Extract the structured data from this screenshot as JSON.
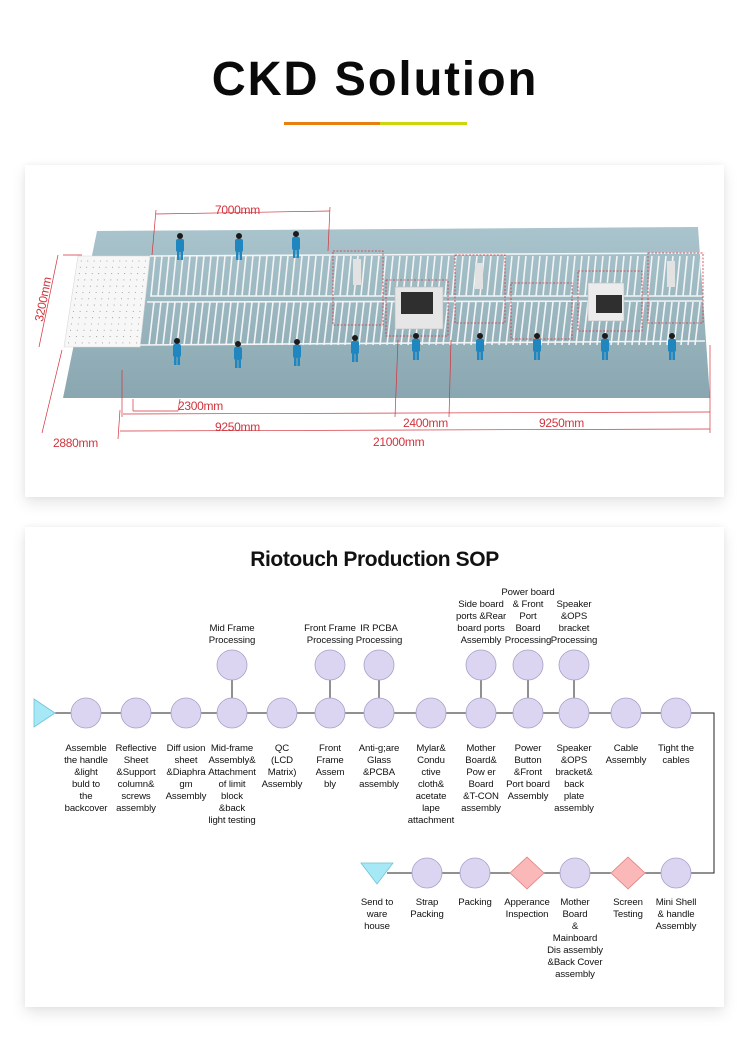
{
  "header": {
    "title": "CKD Solution",
    "underline_colors": [
      "#e8800f",
      "#cdd60c"
    ]
  },
  "layout_plan": {
    "floor_color": "#9fbac2",
    "dimension_color": "#d2333c",
    "dimensions": {
      "top_width": "7000mm",
      "side_depth": "3200mm",
      "module_pitch": "2300mm",
      "left_section": "9250mm",
      "middle_section": "2400mm",
      "right_section": "9250mm",
      "overall_length": "21000mm",
      "rack_width": "2880mm"
    }
  },
  "sop": {
    "title": "Riotouch Production SOP",
    "colors": {
      "process_fill": "#dcd5f1",
      "process_stroke": "#a79fc7",
      "start_fill": "#a7e8f7",
      "start_stroke": "#6cc3d9",
      "inspection_fill": "#fbb8b8",
      "inspection_stroke": "#e07d7d",
      "line": "#222222"
    },
    "main_line_top": [
      {
        "shape": "start",
        "label": ""
      },
      {
        "shape": "process",
        "label": "Assemble\nthe handle\n&light\nbuld to\nthe\nbackcover"
      },
      {
        "shape": "process",
        "label": "Reflective\nSheet\n&Support\ncolumn&\nscrews\nassembly"
      },
      {
        "shape": "process",
        "label": "Diff usion\nsheet\n&Diaphra\ngm\nAssembly"
      },
      {
        "shape": "process",
        "label": "Mid-frame\nAssembly&\nAttachment\nof limit\nblock\n&back\nlight testing"
      },
      {
        "shape": "process",
        "label": "QC\n(LCD\nMatrix)\nAssembly"
      },
      {
        "shape": "process",
        "label": "Front\nFrame\nAssem\nbly"
      },
      {
        "shape": "process",
        "label": "Anti-g;are\nGlass\n&PCBA\nassembly"
      },
      {
        "shape": "process",
        "label": "Mylar&\nCondu\nctive\ncloth&\nacetate\nlape\nattachment"
      },
      {
        "shape": "process",
        "label": "Mother\nBoard&\nPow er\nBoard\n&T-CON\nassembly"
      },
      {
        "shape": "process",
        "label": "Power\nButton\n&Front\nPort board\nAssembly"
      },
      {
        "shape": "process",
        "label": "Speaker\n&OPS\nbracket&\nback\nplate\nassembly"
      },
      {
        "shape": "process",
        "label": "Cable\nAssembly"
      },
      {
        "shape": "process",
        "label": "Tight the\ncables"
      }
    ],
    "branches": [
      {
        "attach_to": 4,
        "label": "Mid Frame\nProcessing"
      },
      {
        "attach_to": 6,
        "label": "Front Frame\nProcessing"
      },
      {
        "attach_to": 7,
        "label": "IR PCBA\nProcessing"
      },
      {
        "attach_to": 9,
        "label": "Side board\nports &Rear\nboard ports\nAssembly"
      },
      {
        "attach_to": 10,
        "label": "Power board\n& Front\nPort\nBoard\nProcessing"
      },
      {
        "attach_to": 11,
        "label": "Speaker\n&OPS\nbracket\nProcessing"
      }
    ],
    "main_line_bottom": [
      {
        "shape": "end",
        "label": "Send to\nware\nhouse"
      },
      {
        "shape": "process",
        "label": "Strap\nPacking"
      },
      {
        "shape": "process",
        "label": "Packing"
      },
      {
        "shape": "inspection",
        "label": "Apperance\nInspection"
      },
      {
        "shape": "process",
        "label": "Mother\nBoard\n&\nMainboard\nDis assembly\n&Back Cover\nassembly"
      },
      {
        "shape": "inspection",
        "label": "Screen\nTesting"
      },
      {
        "shape": "process",
        "label": "Mini Shell\n& handle\nAssembly"
      }
    ]
  }
}
